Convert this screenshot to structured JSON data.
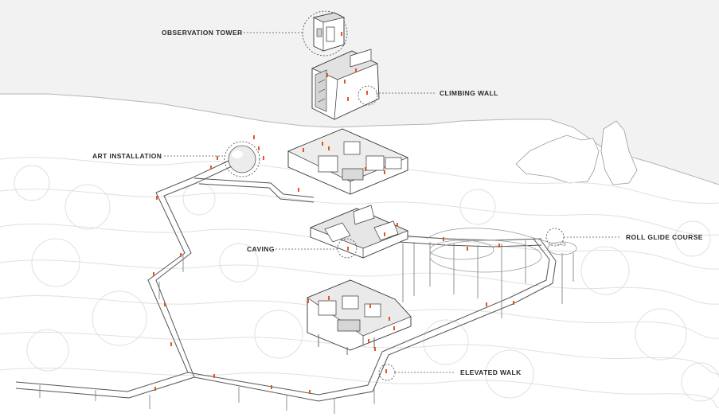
{
  "labels": {
    "observation_tower": "OBSERVATION TOWER",
    "climbing_wall": "CLIMBING WALL",
    "art_installation": "ART INSTALLATION",
    "caving": "CAVING",
    "roll_glide_course": "ROLL GLIDE COURSE",
    "elevated_walk": "ELEVATED WALK"
  },
  "colors": {
    "accent": "#e2571e",
    "linework": "#3a3a3a",
    "sky_tint": "#f2f2f2",
    "terrain": "#e6e6e6"
  }
}
